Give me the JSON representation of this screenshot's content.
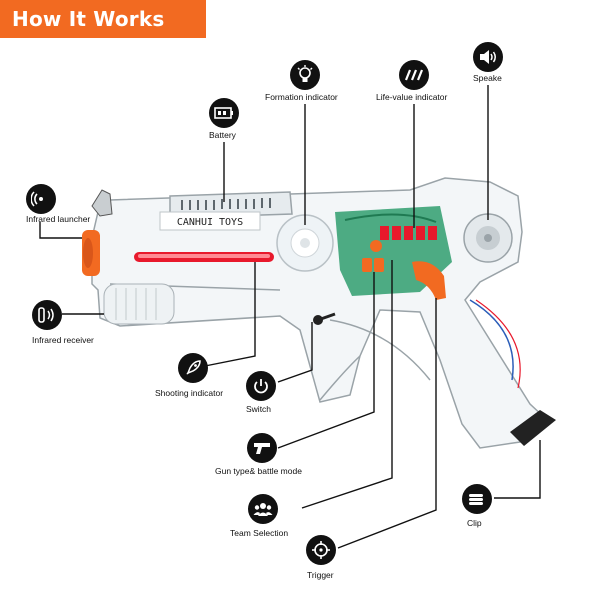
{
  "header": {
    "title": "How It Works"
  },
  "gun": {
    "brand_text": "CANHUI TOYS"
  },
  "callouts": [
    {
      "id": "infrared-launcher",
      "label": "Infrared launcher",
      "icon": "signal-waves-icon"
    },
    {
      "id": "battery",
      "label": "Battery",
      "icon": "battery-icon"
    },
    {
      "id": "formation-indicator",
      "label": "Formation indicator",
      "icon": "light-bulb-icon"
    },
    {
      "id": "life-value-indicator",
      "label": "Life-value indicator",
      "icon": "slashes-bars-icon"
    },
    {
      "id": "speake",
      "label": "Speake",
      "icon": "speaker-icon"
    },
    {
      "id": "infrared-receiver",
      "label": "Infrared receiver",
      "icon": "receiver-icon"
    },
    {
      "id": "shooting-indicator",
      "label": "Shooting indicator",
      "icon": "rocket-icon"
    },
    {
      "id": "switch",
      "label": "Switch",
      "icon": "power-icon"
    },
    {
      "id": "gun-type-battle-mode",
      "label": "Gun type& battle mode",
      "icon": "pistol-icon"
    },
    {
      "id": "team-selection",
      "label": "Team Selection",
      "icon": "team-icon"
    },
    {
      "id": "trigger",
      "label": "Trigger",
      "icon": "crosshair-icon"
    },
    {
      "id": "clip",
      "label": "Clip",
      "icon": "clip-icon"
    }
  ],
  "colors": {
    "banner": "#f26a21",
    "accent_orange": "#f26a21",
    "led_red": "#e8192c",
    "board_green": "#2f9e6e",
    "icon_bg": "#111111",
    "leader_line": "#111111"
  }
}
